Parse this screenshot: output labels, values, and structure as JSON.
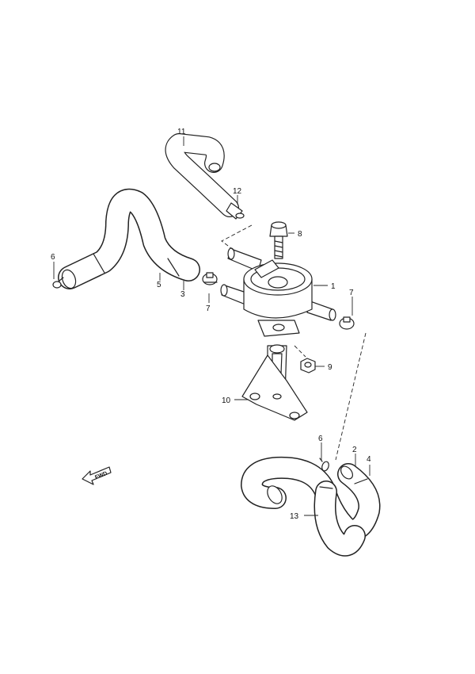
{
  "callouts": [
    {
      "id": "1",
      "label": "1"
    },
    {
      "id": "2",
      "label": "2"
    },
    {
      "id": "3",
      "label": "3"
    },
    {
      "id": "4",
      "label": "4"
    },
    {
      "id": "5",
      "label": "5"
    },
    {
      "id": "6a",
      "label": "6"
    },
    {
      "id": "6b",
      "label": "6"
    },
    {
      "id": "7a",
      "label": "7"
    },
    {
      "id": "7b",
      "label": "7"
    },
    {
      "id": "8",
      "label": "8"
    },
    {
      "id": "9",
      "label": "9"
    },
    {
      "id": "10",
      "label": "10"
    },
    {
      "id": "11",
      "label": "11"
    },
    {
      "id": "12",
      "label": "12"
    },
    {
      "id": "13",
      "label": "13"
    }
  ],
  "forward_marker": {
    "label": "FWD"
  }
}
